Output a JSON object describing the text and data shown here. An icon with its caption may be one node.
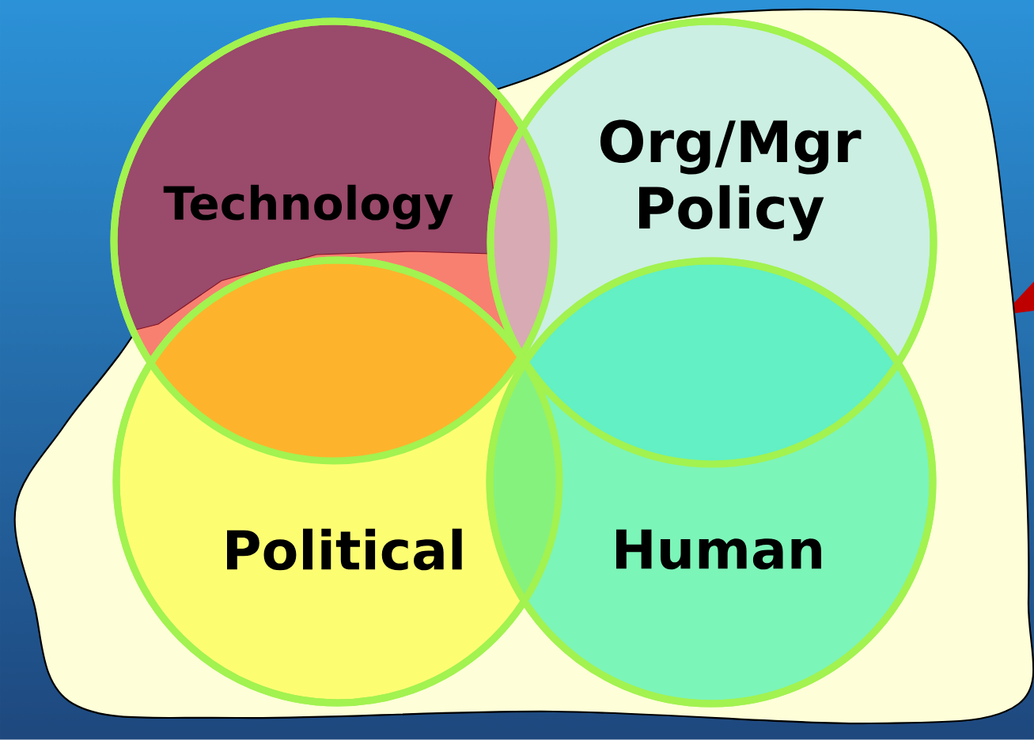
{
  "diagram": {
    "nodes": [
      {
        "text": [
          "Technology"
        ]
      },
      {
        "text": [
          "Org/Mgr Policy"
        ]
      },
      {
        "text": [
          "Political"
        ]
      },
      {
        "text": [
          "Human"
        ]
      }
    ]
  }
}
